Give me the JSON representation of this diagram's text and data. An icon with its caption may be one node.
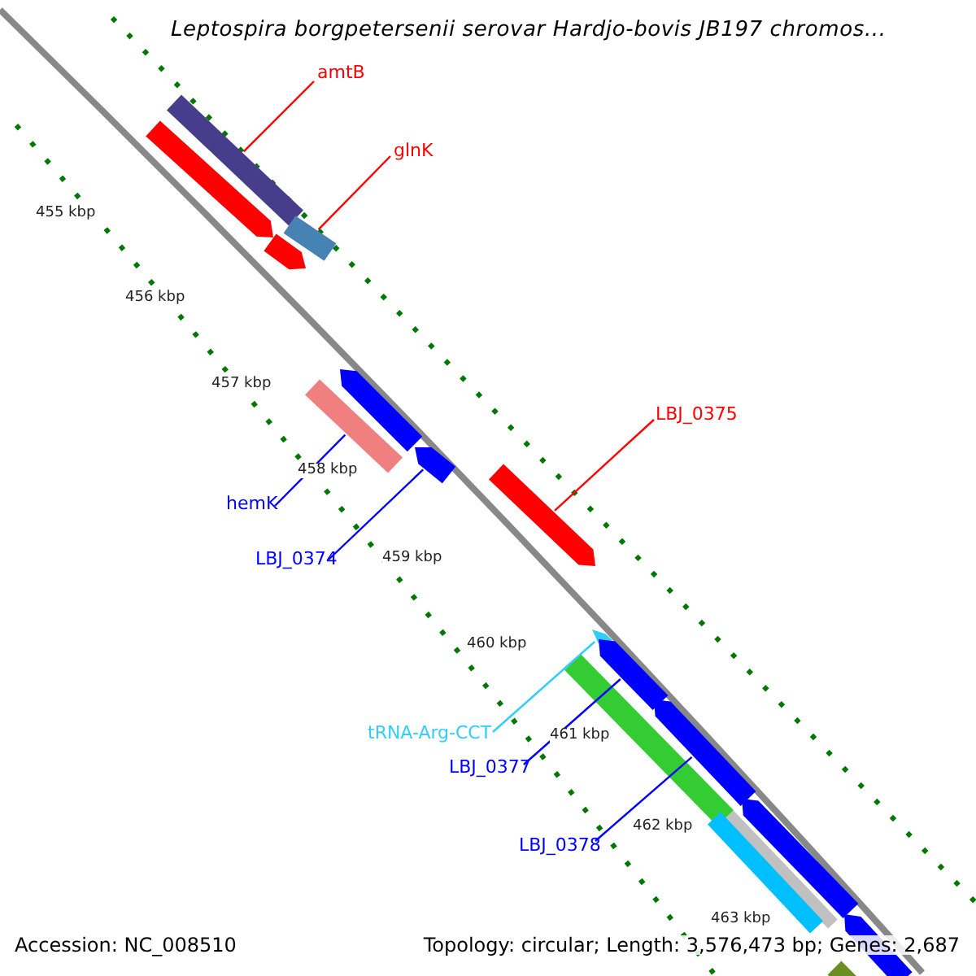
{
  "diagram": {
    "title": "Leptospira borgpetersenii serovar Hardjo-bovis JB197 chromos...",
    "nodes": [
      {
        "text": [
          "amtB"
        ]
      },
      {
        "text": [
          "glnK"
        ]
      },
      {
        "text": [
          "LBJ_0375"
        ]
      },
      {
        "text": [
          "hemK"
        ]
      },
      {
        "text": [
          "LBJ_0374"
        ]
      },
      {
        "text": [
          "tRNA-Arg-CCT"
        ]
      },
      {
        "text": [
          "LBJ_0377"
        ]
      },
      {
        "text": [
          "LBJ_0378"
        ]
      },
      {
        "text": [],
        "shape": "bar"
      },
      {
        "text": [],
        "shape": "arrow"
      },
      {
        "text": [],
        "shape": "bar"
      },
      {
        "text": [],
        "shape": "arrow"
      },
      {
        "text": [],
        "shape": "arrow"
      },
      {
        "text": [],
        "shape": "bar"
      },
      {
        "text": [],
        "shape": "arrow"
      },
      {
        "text": [],
        "shape": "arrow"
      },
      {
        "text": [],
        "shape": "arrow"
      },
      {
        "text": [],
        "shape": "arrow"
      },
      {
        "text": [],
        "shape": "bar"
      },
      {
        "text": [],
        "shape": "arrow"
      },
      {
        "text": [],
        "shape": "arrow"
      },
      {
        "text": [],
        "shape": "bar"
      },
      {
        "text": [],
        "shape": "bar"
      },
      {
        "text": [],
        "shape": "arrow"
      },
      {
        "text": [],
        "shape": "bar"
      }
    ],
    "edges": [
      {
        "from": 0,
        "to": 8,
        "arrow": "none",
        "color": "#ff0000"
      },
      {
        "from": 1,
        "to": 10,
        "arrow": "none",
        "color": "#ff0000"
      },
      {
        "from": 2,
        "to": 15,
        "arrow": "none",
        "color": "#ff0000"
      },
      {
        "from": 3,
        "to": 13,
        "arrow": "none"
      },
      {
        "from": 4,
        "to": 14,
        "arrow": "none"
      },
      {
        "from": 5,
        "to": 16,
        "arrow": "none",
        "color": "#33ccff"
      },
      {
        "from": 6,
        "to": 17,
        "arrow": "none"
      },
      {
        "from": 7,
        "to": 19,
        "arrow": "none"
      }
    ],
    "labels": [
      "455 kbp",
      "456 kbp",
      "457 kbp",
      "458 kbp",
      "459 kbp",
      "460 kbp",
      "461 kbp",
      "462 kbp",
      "463 kbp",
      "Accession: NC_008510",
      "Topology: circular; Length: 3,576,473 bp; Genes: 2,687"
    ]
  }
}
